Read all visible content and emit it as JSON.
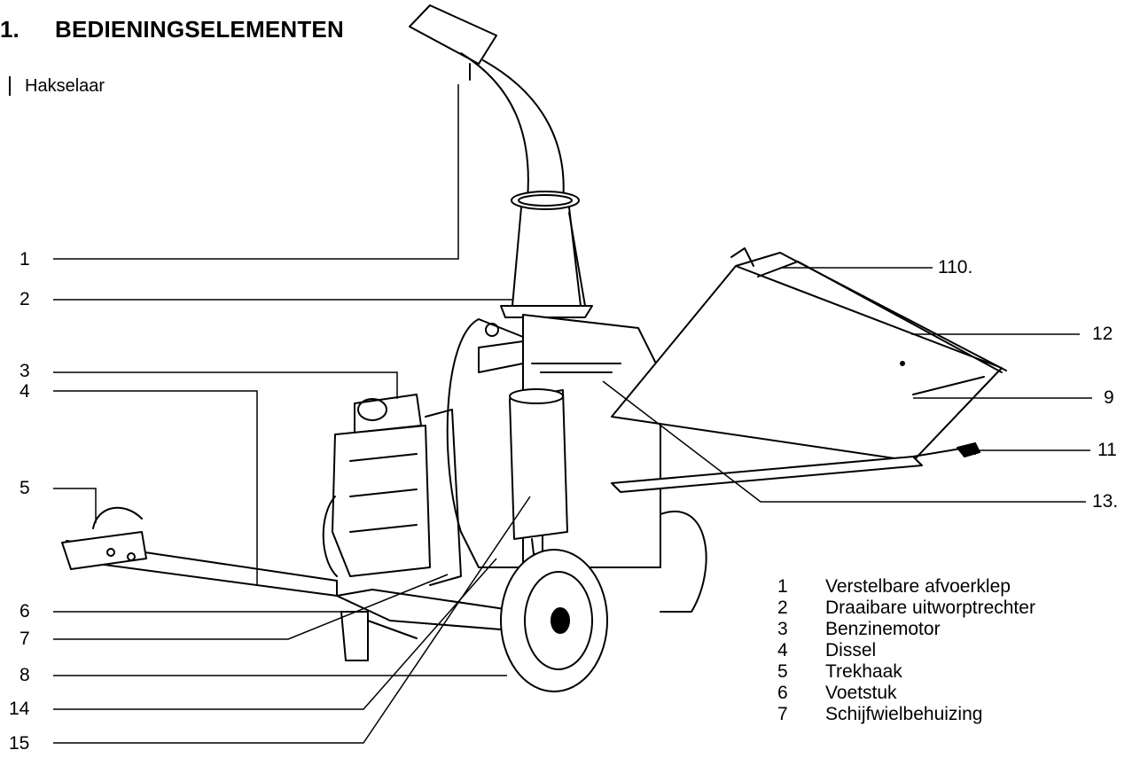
{
  "heading": {
    "number": "1.",
    "title": "BEDIENINGSELEMENTEN"
  },
  "subheading": "Hakselaar",
  "callouts": {
    "c1": "1",
    "c2": "2",
    "c3": "3",
    "c4": "4",
    "c5": "5",
    "c6": "6",
    "c7": "7",
    "c8": "8",
    "c14": "14",
    "c15": "15",
    "c110": "110.",
    "c12": "12",
    "c9": "9",
    "c11": "11",
    "c13": "13."
  },
  "legend": [
    {
      "num": "1",
      "label": "Verstelbare afvoerklep"
    },
    {
      "num": "2",
      "label": "Draaibare uitworptrechter"
    },
    {
      "num": "3",
      "label": "Benzinemotor"
    },
    {
      "num": "4",
      "label": "Dissel"
    },
    {
      "num": "5",
      "label": "Trekhaak"
    },
    {
      "num": "6",
      "label": "Voetstuk"
    },
    {
      "num": "7",
      "label": "Schijfwielbehuizing"
    }
  ]
}
